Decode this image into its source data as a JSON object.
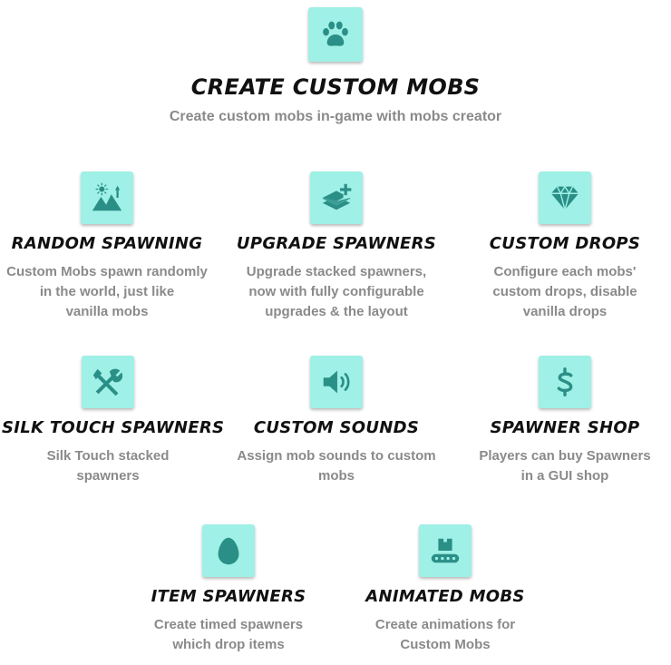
{
  "hero": {
    "title": "CREATE CUSTOM MOBS",
    "desc": [
      "Create custom mobs  in-game with mobs creator"
    ],
    "icon": "paw-icon"
  },
  "features": [
    {
      "id": "random-spawning",
      "title": "RANDOM SPAWNING",
      "desc": [
        "Custom Mobs spawn randomly",
        "in the world, just like",
        "vanilla mobs"
      ],
      "icon": "mountain-sun-icon"
    },
    {
      "id": "upgrade-spawners",
      "title": "UPGRADE SPAWNERS",
      "desc": [
        "Upgrade stacked spawners,",
        "now with fully configurable",
        "upgrades & the layout"
      ],
      "icon": "layers-plus-icon"
    },
    {
      "id": "custom-drops",
      "title": "CUSTOM DROPS",
      "desc": [
        "Configure each mobs'",
        "custom drops, disable",
        "vanilla drops"
      ],
      "icon": "diamond-icon"
    },
    {
      "id": "silk-touch-spawners",
      "title": "SILK TOUCH SPAWNERS",
      "desc": [
        "Silk Touch stacked",
        "spawners"
      ],
      "icon": "tools-icon"
    },
    {
      "id": "custom-sounds",
      "title": "CUSTOM SOUNDS",
      "desc": [
        "Assign mob sounds to custom",
        "mobs"
      ],
      "icon": "speaker-icon"
    },
    {
      "id": "spawner-shop",
      "title": "SPAWNER SHOP",
      "desc": [
        "Players can buy Spawners",
        "in a GUI shop"
      ],
      "icon": "dollar-icon"
    },
    {
      "id": "item-spawners",
      "title": "ITEM SPAWNERS",
      "desc": [
        "Create timed spawners",
        "which drop items"
      ],
      "icon": "egg-icon"
    },
    {
      "id": "animated-mobs",
      "title": "ANIMATED MOBS",
      "desc": [
        "Create animations for",
        "Custom Mobs"
      ],
      "icon": "conveyor-icon"
    }
  ],
  "colors": {
    "icon_bg": "#9ff0e6",
    "icon_fg": "#2a8f86",
    "title": "#111111",
    "desc": "#8a8a8a"
  }
}
